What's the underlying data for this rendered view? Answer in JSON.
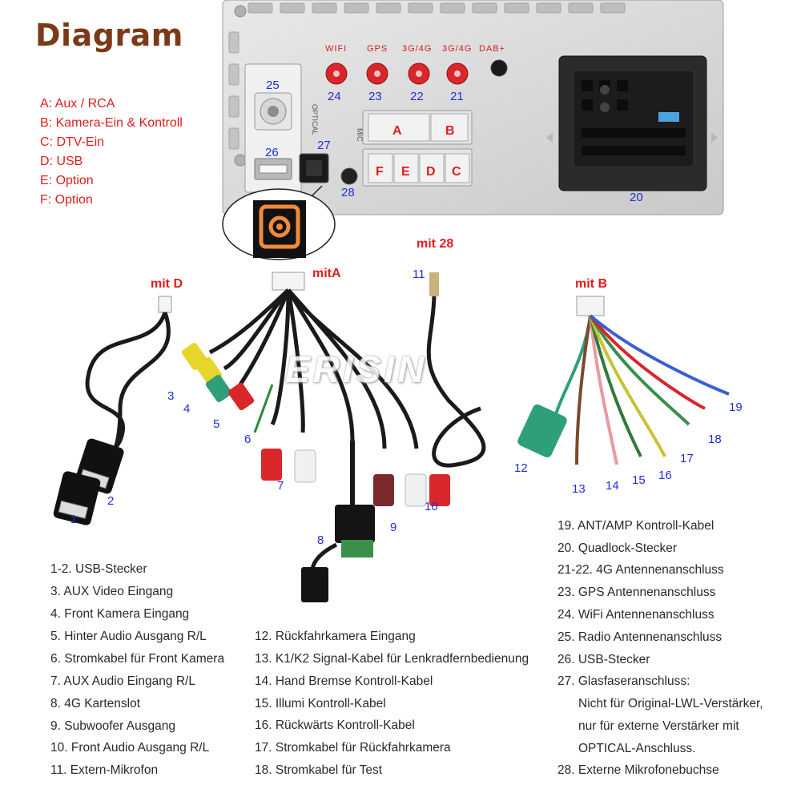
{
  "title": "Diagram",
  "legend": [
    "A: Aux / RCA",
    "B: Kamera-Ein & Kontroll",
    "C: DTV-Ein",
    "D: USB",
    "E: Option",
    "F: Option"
  ],
  "head_unit": {
    "antenna_labels": [
      "WIFI",
      "GPS",
      "3G/4G",
      "3G/4G",
      "DAB+"
    ],
    "port_letters": {
      "a": "A",
      "b": "B",
      "f": "F",
      "e": "E",
      "d": "D",
      "c": "C"
    },
    "side_labels": {
      "optical": "OPTICAL",
      "mic": "MIC"
    },
    "numbers": {
      "n24": "24",
      "n23": "23",
      "n22": "22",
      "n21": "21",
      "n25": "25",
      "n26": "26",
      "n27": "27",
      "n28": "28",
      "n20": "20"
    }
  },
  "cable_groups": {
    "mit_d": "mit D",
    "mit_a": "mitA",
    "mit_28": "mit 28",
    "mit_b": "mit B"
  },
  "cable_numbers": {
    "n1": "1",
    "n2": "2",
    "n3": "3",
    "n4": "4",
    "n5": "5",
    "n6": "6",
    "n7": "7",
    "n8": "8",
    "n9": "9",
    "n10": "10",
    "n11": "11",
    "n12": "12",
    "n13": "13",
    "n14": "14",
    "n15": "15",
    "n16": "16",
    "n17": "17",
    "n18": "18",
    "n19": "19"
  },
  "watermark": "ERISIN",
  "descriptions": {
    "col1": [
      "1-2. USB-Stecker",
      "3. AUX Video Eingang",
      "4. Front Kamera Eingang",
      "5. Hinter Audio Ausgang R/L",
      "6. Stromkabel für Front Kamera",
      "7. AUX Audio Eingang R/L",
      "8. 4G Kartenslot",
      "9. Subwoofer Ausgang",
      "10. Front Audio Ausgang R/L",
      "11. Extern-Mikrofon"
    ],
    "col2": [
      "12. Rückfahrkamera Eingang",
      "13. K1/K2 Signal-Kabel für Lenkradfernbedienung",
      "14. Hand Bremse Kontroll-Kabel",
      "15. Illumi Kontroll-Kabel",
      "16. Rückwärts Kontroll-Kabel",
      "17. Stromkabel für Rückfahrkamera",
      "18. Stromkabel für Test"
    ],
    "col3": [
      "19. ANT/AMP Kontroll-Kabel",
      "20. Quadlock-Stecker",
      "21-22. 4G Antennenanschluss",
      "23. GPS Antennenanschluss",
      "24. WiFi Antennenanschluss",
      "25. Radio Antennenanschluss",
      "26. USB-Stecker",
      "27. Glasfaseranschluss:",
      "Nicht für Original-LWL-Verstärker,",
      "nur für externe Verstärker mit",
      "OPTICAL-Anschluss.",
      "28. Externe Mikrofonebuchse"
    ]
  },
  "colors": {
    "legend_red": "#e21c1c",
    "number_blue": "#1f2fd6",
    "title_brown": "#7a3a17",
    "antenna_red": "#d8262b"
  }
}
